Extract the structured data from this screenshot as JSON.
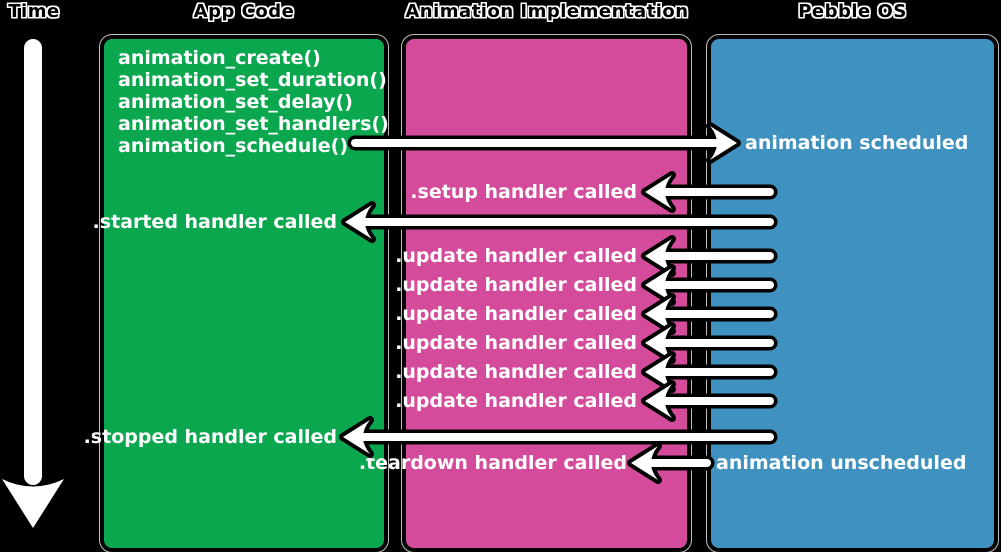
{
  "diagram": {
    "time_label": "Time",
    "columns": [
      {
        "label": "App Code",
        "color": "#0AA74F"
      },
      {
        "label": "Animation Implementation",
        "color": "#D54B9B"
      },
      {
        "label": "Pebble OS",
        "color": "#3F91C0"
      }
    ],
    "app_code": {
      "functions": [
        "animation_create()",
        "animation_set_duration()",
        "animation_set_delay()",
        "animation_set_handlers()",
        "animation_schedule()"
      ],
      "started": ".started handler called",
      "stopped": ".stopped handler called"
    },
    "implementation": {
      "setup": ".setup handler called",
      "updates": [
        ".update handler called",
        ".update handler called",
        ".update handler called",
        ".update handler called",
        ".update handler called",
        ".update handler called"
      ],
      "teardown": ".teardown handler called"
    },
    "pebble_os": {
      "scheduled": "animation scheduled",
      "unscheduled": "animation unscheduled"
    },
    "colors": {
      "background": "#000000",
      "arrow_fill": "#FFFFFF",
      "arrow_outline": "#000000",
      "box_text": "#FFFFFF"
    }
  }
}
